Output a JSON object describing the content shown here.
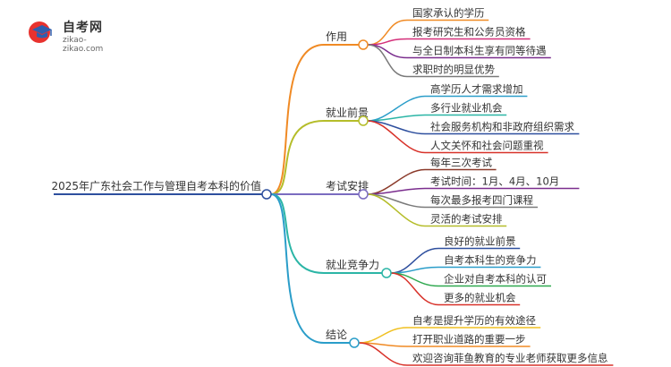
{
  "logo": {
    "title": "自考网",
    "subtitle": "zikao-zikao.com"
  },
  "mindmap": {
    "root": "2025年广东社会工作与管理自考本科的价值",
    "branches": [
      {
        "label": "作用",
        "color": "#F08A24",
        "children": [
          {
            "label": "国家承认的学历",
            "color": "#F08A24"
          },
          {
            "label": "报考研究生和公务员资格",
            "color": "#D4307A"
          },
          {
            "label": "与全日制本科生享有同等待遇",
            "color": "#7B2E8E"
          },
          {
            "label": "求职时的明显优势",
            "color": "#7A7A7A"
          }
        ]
      },
      {
        "label": "就业前景",
        "color": "#B5BD2A",
        "children": [
          {
            "label": "高学历人才需求增加",
            "color": "#2A9DC9"
          },
          {
            "label": "多行业就业机会",
            "color": "#2BB5A6"
          },
          {
            "label": "社会服务机构和非政府组织需求",
            "color": "#2E4F9E"
          },
          {
            "label": "人文关怀和社会问题重视",
            "color": "#D8322A"
          }
        ]
      },
      {
        "label": "考试安排",
        "color": "#7B6CC0",
        "children": [
          {
            "label": "每年三次考试",
            "color": "#8B3A2A"
          },
          {
            "label": "考试时间：1月、4月、10月",
            "color": "#7B2E8E"
          },
          {
            "label": "每次最多报考四门课程",
            "color": "#7A7A7A"
          },
          {
            "label": "灵活的考试安排",
            "color": "#B5BD2A"
          }
        ]
      },
      {
        "label": "就业竞争力",
        "color": "#2BB5A6",
        "children": [
          {
            "label": "良好的就业前景",
            "color": "#2E4F9E"
          },
          {
            "label": "自考本科生的竞争力",
            "color": "#2A9DC9"
          },
          {
            "label": "企业对自考本科的认可",
            "color": "#2FA84F"
          },
          {
            "label": "更多的就业机会",
            "color": "#D8322A"
          }
        ]
      },
      {
        "label": "结论",
        "color": "#2A9DC9",
        "children": [
          {
            "label": "自考是提升学历的有效途径",
            "color": "#F0C020"
          },
          {
            "label": "打开职业道路的重要一步",
            "color": "#F08A24"
          },
          {
            "label": "欢迎咨询菲鱼教育的专业老师获取更多信息",
            "color": "#D8322A"
          }
        ]
      }
    ]
  }
}
